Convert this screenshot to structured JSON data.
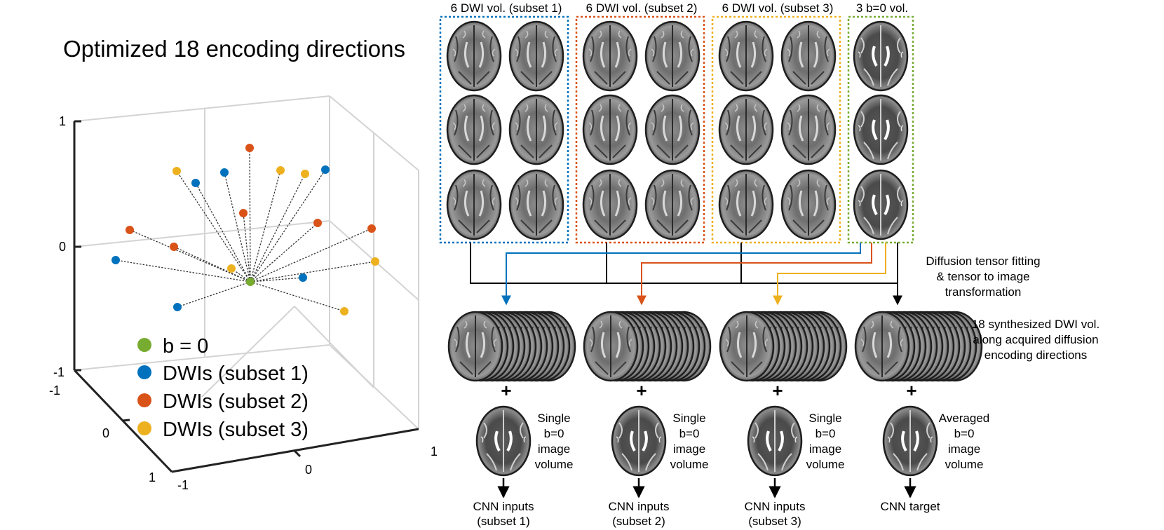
{
  "title": "Optimized 18 encoding directions",
  "plot": {
    "ticks": {
      "z_top": "1",
      "z_mid": "0",
      "z_bot": "-1",
      "y_neg": "-1",
      "y_mid": "0",
      "y_pos": "1",
      "x_neg": "-1",
      "x_mid": "0",
      "x_pos": "1"
    },
    "legend": [
      {
        "label": "b = 0",
        "color": "#77ac30"
      },
      {
        "label": "DWIs (subset 1)",
        "color": "#0072bd"
      },
      {
        "label": "DWIs (subset 2)",
        "color": "#d95319"
      },
      {
        "label": "DWIs (subset 3)",
        "color": "#edb120"
      }
    ]
  },
  "groups": [
    {
      "header": "6 DWI vol. (subset 1)",
      "color": "#0072bd",
      "single_label": "Single\nb=0\nimage\nvolume",
      "output": "CNN inputs\n(subset 1)"
    },
    {
      "header": "6 DWI vol. (subset 2)",
      "color": "#d95319",
      "single_label": "Single\nb=0\nimage\nvolume",
      "output": "CNN inputs\n(subset 2)"
    },
    {
      "header": "6 DWI vol. (subset 3)",
      "color": "#edb120",
      "single_label": "Single\nb=0\nimage\nvolume",
      "output": "CNN inputs\n(subset 3)"
    },
    {
      "header": "3 b=0 vol.",
      "color": "#77ac30",
      "single_label": "Averaged\nb=0\nimage\nvolume",
      "output": "CNN target"
    }
  ],
  "fitting_label": "Diffusion tensor fitting\n& tensor to image\ntransformation",
  "synth_label": "18 synthesized DWI vol.\nalong acquired diffusion\nencoding directions",
  "plus": "+"
}
